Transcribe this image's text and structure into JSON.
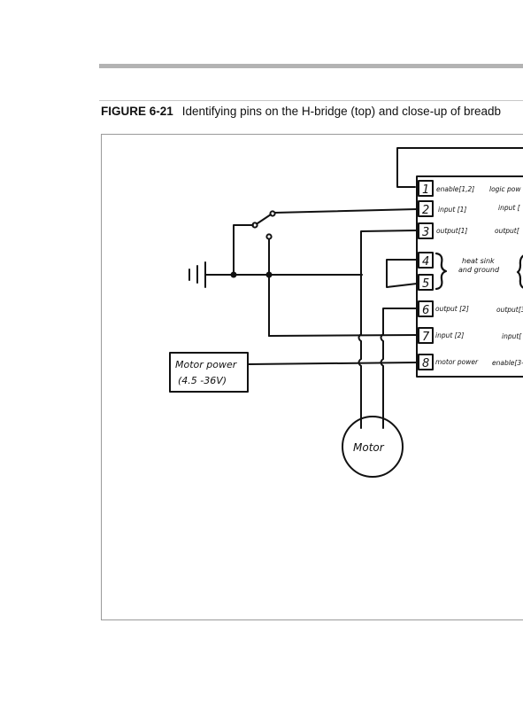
{
  "caption": {
    "figure_label": "FIGURE 6-21",
    "text": "Identifying pins on the H-bridge (top) and close-up of breadb"
  },
  "chip": {
    "pins_left": [
      {
        "number": "1",
        "label": "enable[1,2]"
      },
      {
        "number": "2",
        "label": "input [1]"
      },
      {
        "number": "3",
        "label": "output[1]"
      },
      {
        "number": "4",
        "label": ""
      },
      {
        "number": "5",
        "label": ""
      },
      {
        "number": "6",
        "label": "output [2]"
      },
      {
        "number": "7",
        "label": "input   [2]"
      },
      {
        "number": "8",
        "label": "motor power"
      }
    ],
    "right_labels": [
      "logic pow",
      "input [",
      "output[",
      "output[3",
      "input[",
      "enable[3-4"
    ],
    "heat_sink_line1": "heat sink",
    "heat_sink_line2": "and ground"
  },
  "motor_power": {
    "line1": "Motor power",
    "line2": "(4.5 -36V)"
  },
  "motor": {
    "label": "Motor"
  }
}
